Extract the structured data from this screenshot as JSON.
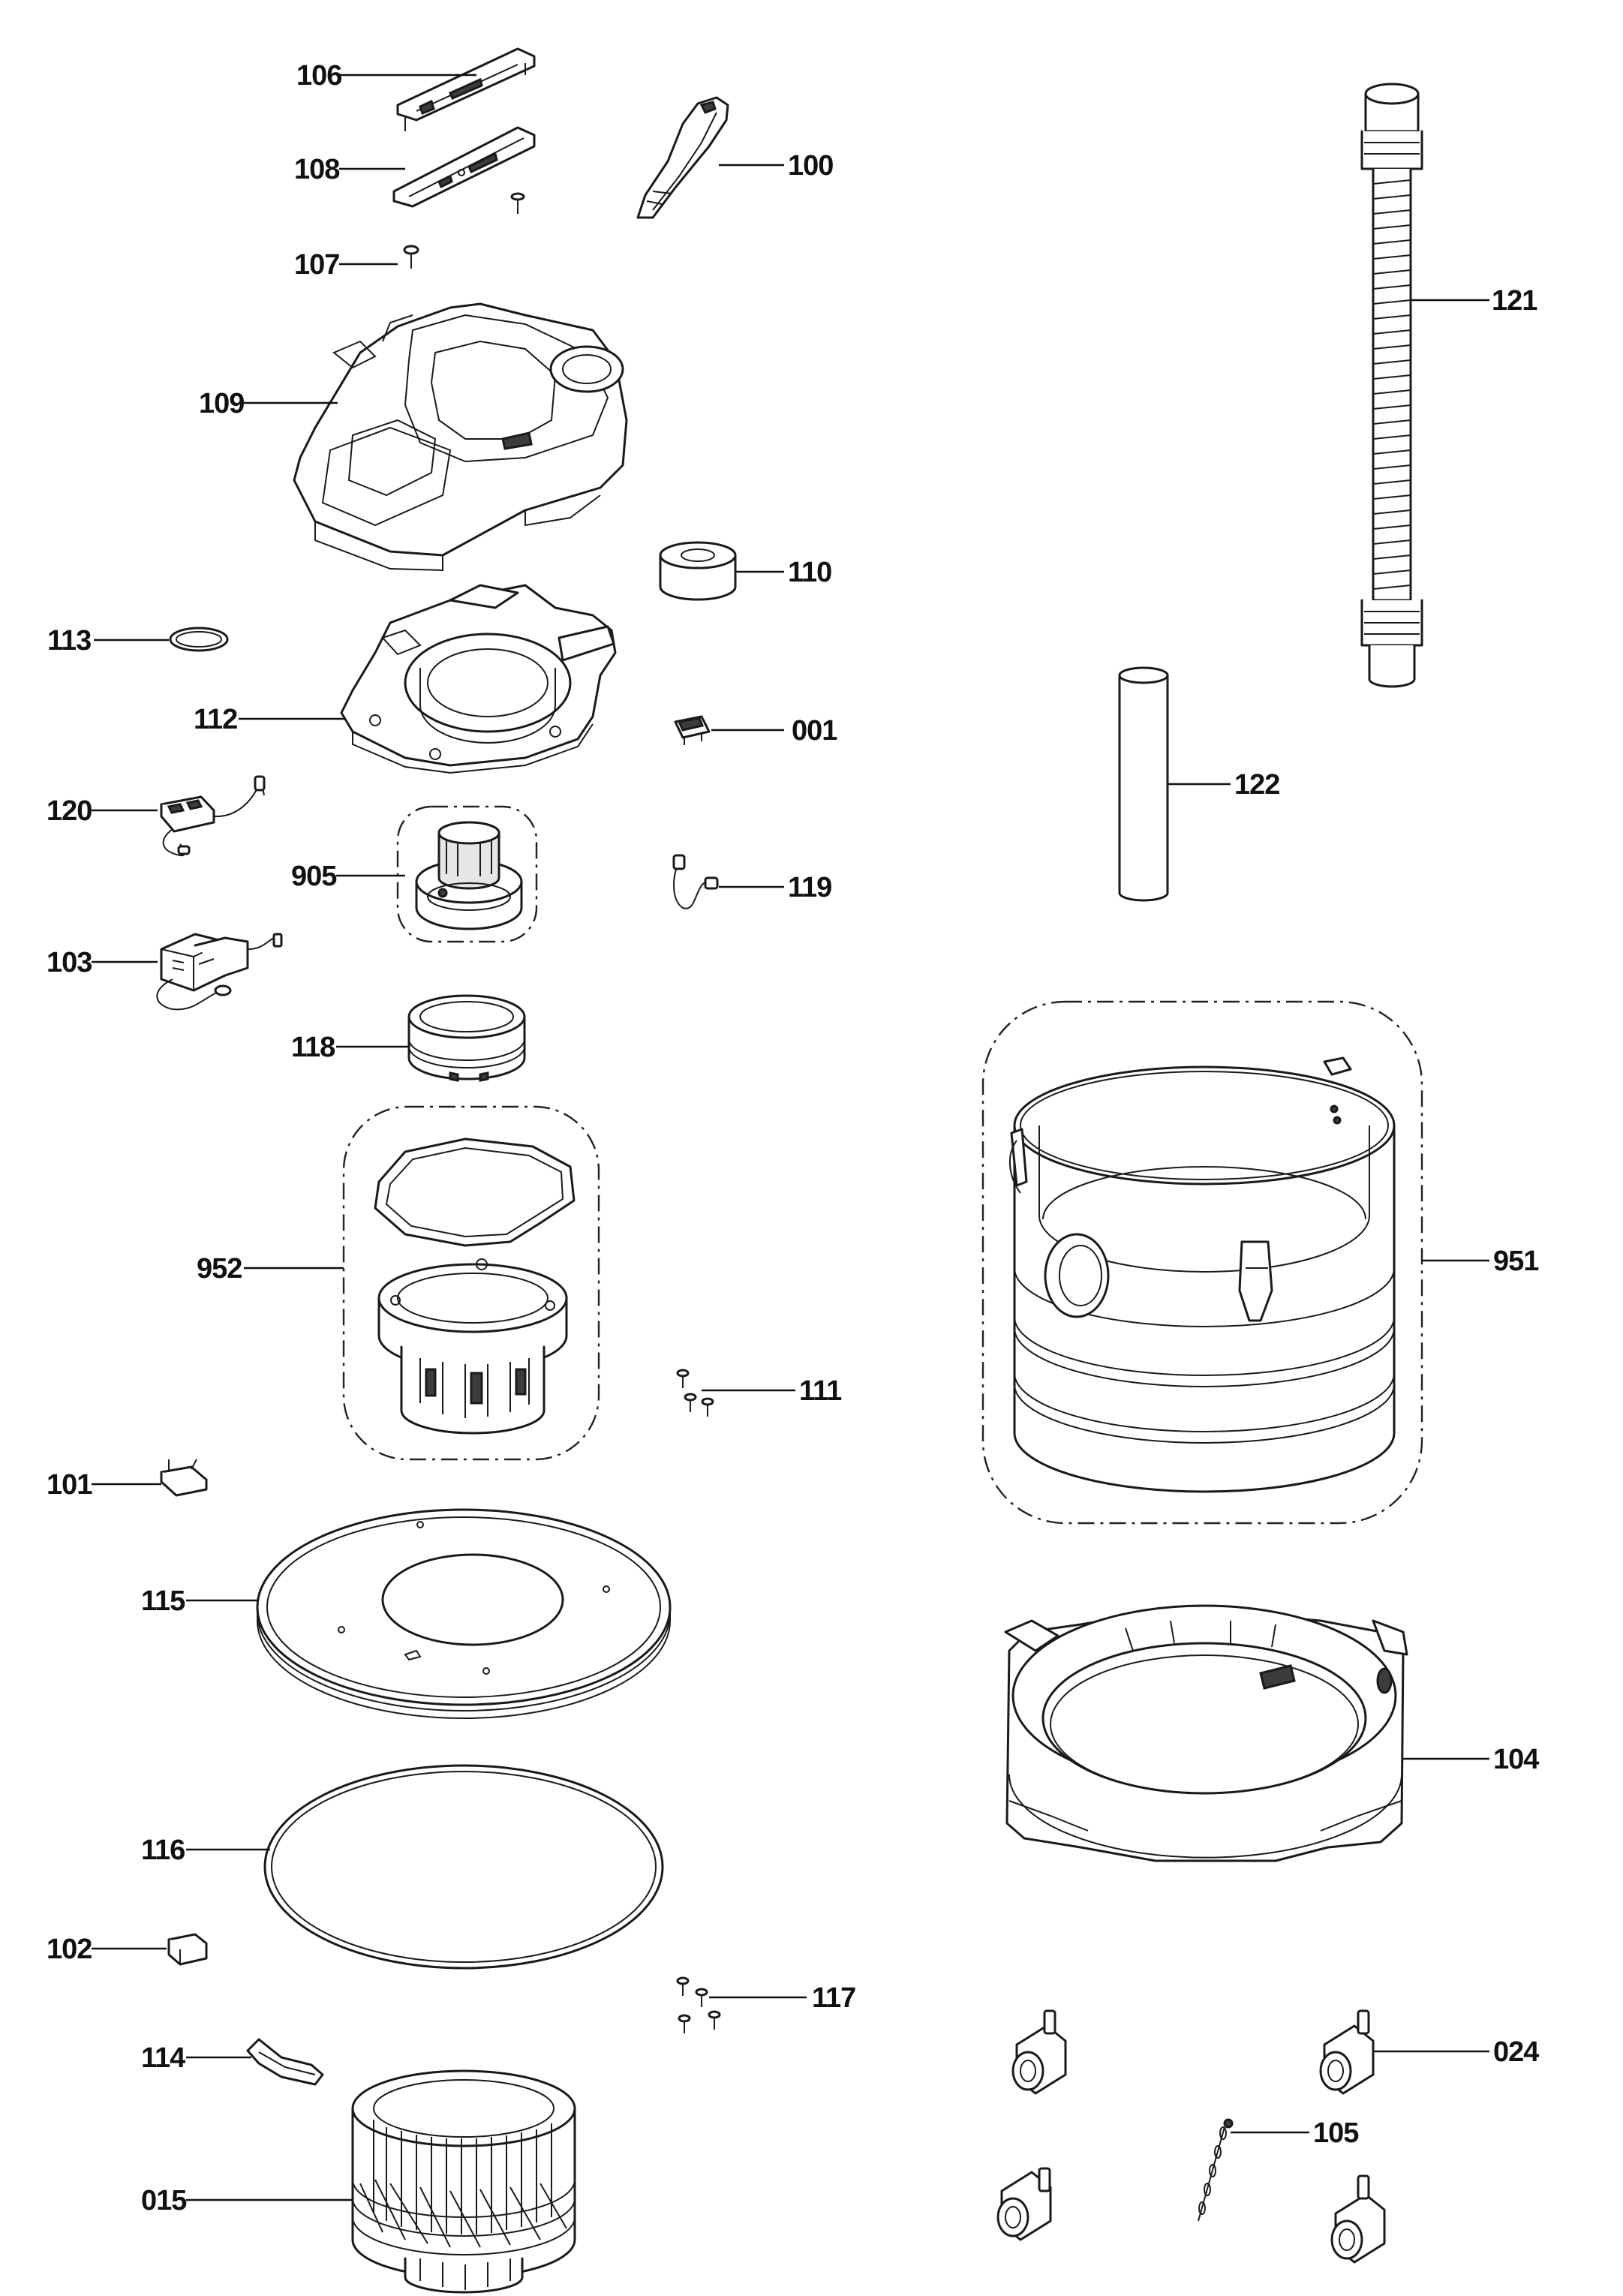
{
  "diagram": {
    "labels": {
      "p106": "106",
      "p108": "108",
      "p100": "100",
      "p107": "107",
      "p109": "109",
      "p110": "110",
      "p113": "113",
      "p112": "112",
      "p001": "001",
      "p120": "120",
      "p905": "905",
      "p119": "119",
      "p103": "103",
      "p118": "118",
      "p952": "952",
      "p111": "111",
      "p101": "101",
      "p115": "115",
      "p116": "116",
      "p102": "102",
      "p117": "117",
      "p114": "114",
      "p015": "015",
      "p121": "121",
      "p122": "122",
      "p951": "951",
      "p104": "104",
      "p024": "024",
      "p105": "105"
    }
  }
}
